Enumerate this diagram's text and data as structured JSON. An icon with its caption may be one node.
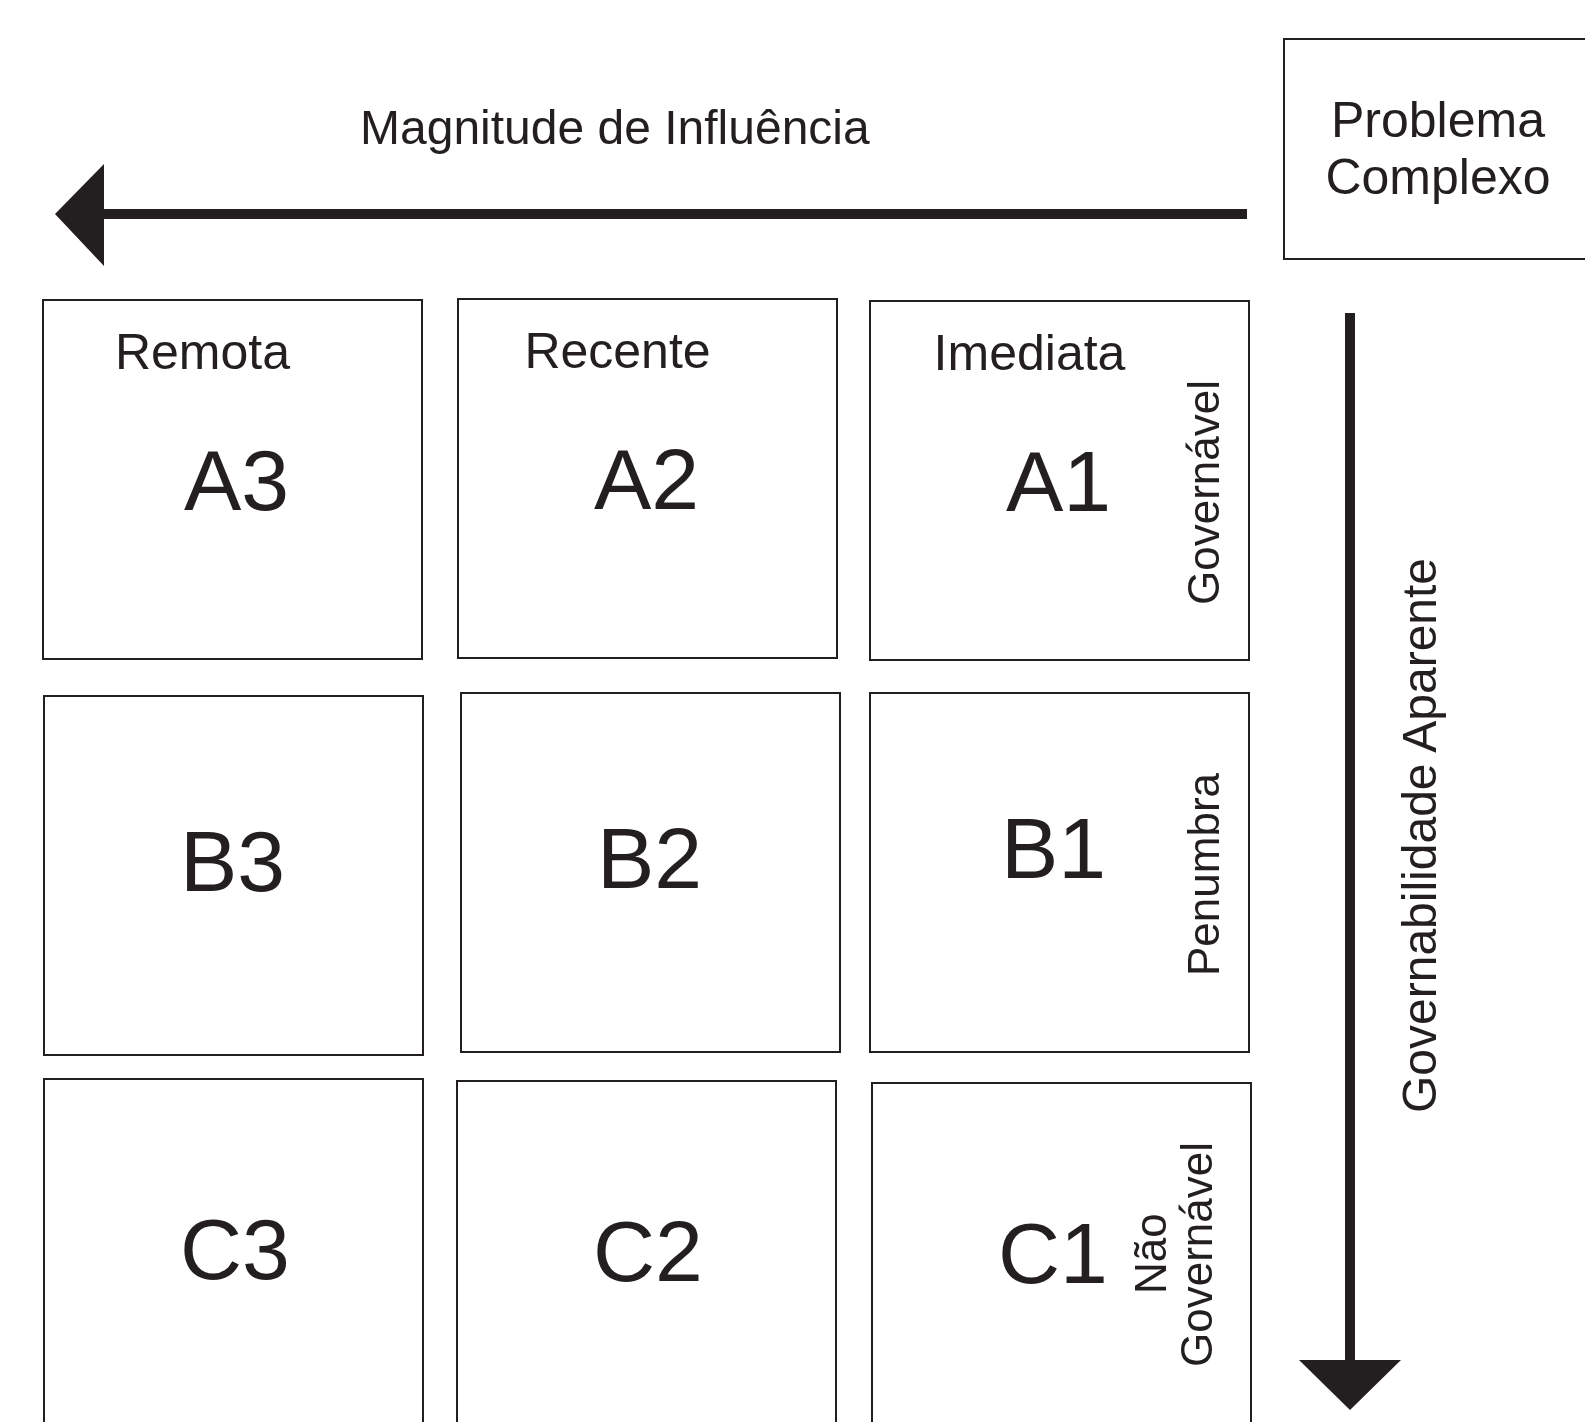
{
  "diagram": {
    "nodes": [
      {
        "text": [
          "Problema Complexo"
        ]
      },
      {
        "text": [
          "Remota",
          "A3"
        ]
      },
      {
        "text": [
          "Recente",
          "A2"
        ]
      },
      {
        "text": [
          "Imediata",
          "A1",
          "Governável"
        ]
      },
      {
        "text": [
          "B3"
        ]
      },
      {
        "text": [
          "B2"
        ]
      },
      {
        "text": [
          "B1",
          "Penumbra"
        ]
      },
      {
        "text": [
          "C3"
        ]
      },
      {
        "text": [
          "C2"
        ]
      },
      {
        "text": [
          "C1",
          "Não Governável"
        ]
      }
    ],
    "edges": [],
    "labels": [
      "Magnitude de Influência",
      "Governabilidade Aparente"
    ]
  }
}
